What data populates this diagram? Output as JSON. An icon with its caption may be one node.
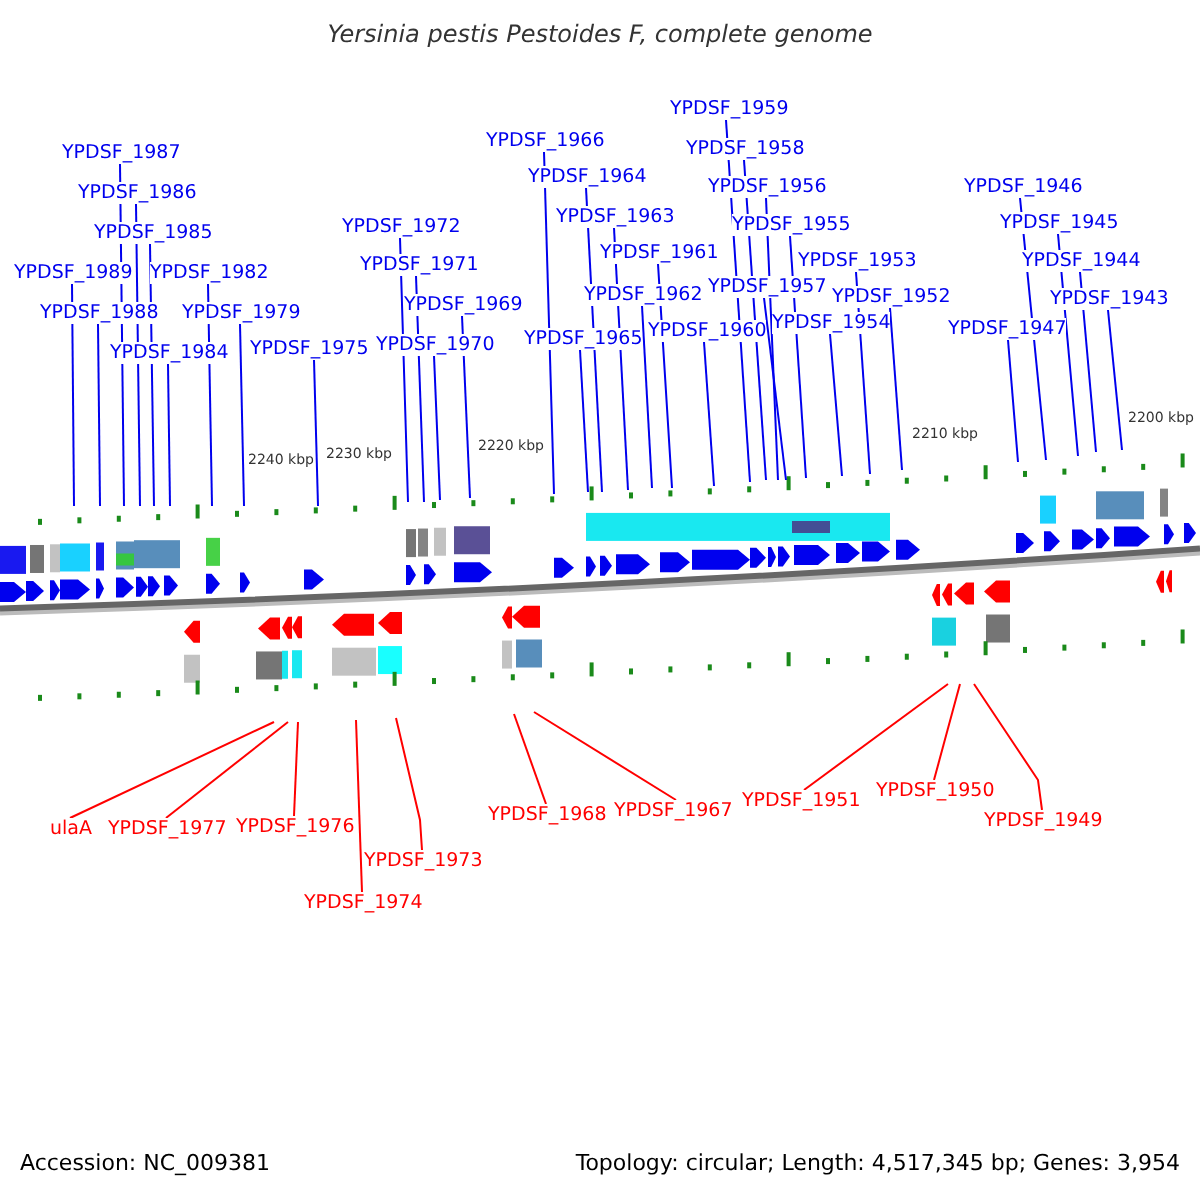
{
  "diagram": {
    "title": "Yersinia pestis Pestoides F, complete genome",
    "nodes": [
      {
        "text": [
          "YPDSF_1987"
        ]
      },
      {
        "text": [
          "YPDSF_1986"
        ]
      },
      {
        "text": [
          "YPDSF_1985"
        ]
      },
      {
        "text": [
          "YPDSF_1989"
        ]
      },
      {
        "text": [
          "YPDSF_1982"
        ]
      },
      {
        "text": [
          "YPDSF_1988"
        ]
      },
      {
        "text": [
          "YPDSF_1979"
        ]
      },
      {
        "text": [
          "YPDSF_1984"
        ]
      },
      {
        "text": [
          "YPDSF_1975"
        ]
      },
      {
        "text": [
          "YPDSF_1972"
        ]
      },
      {
        "text": [
          "YPDSF_1971"
        ]
      },
      {
        "text": [
          "YPDSF_1969"
        ]
      },
      {
        "text": [
          "YPDSF_1970"
        ]
      },
      {
        "text": [
          "YPDSF_1966"
        ]
      },
      {
        "text": [
          "YPDSF_1964"
        ]
      },
      {
        "text": [
          "YPDSF_1963"
        ]
      },
      {
        "text": [
          "YPDSF_1961"
        ]
      },
      {
        "text": [
          "YPDSF_1962"
        ]
      },
      {
        "text": [
          "YPDSF_1965"
        ]
      },
      {
        "text": [
          "YPDSF_1960"
        ]
      },
      {
        "text": [
          "YPDSF_1959"
        ]
      },
      {
        "text": [
          "YPDSF_1958"
        ]
      },
      {
        "text": [
          "YPDSF_1956"
        ]
      },
      {
        "text": [
          "YPDSF_1955"
        ]
      },
      {
        "text": [
          "YPDSF_1957"
        ]
      },
      {
        "text": [
          "YPDSF_1953"
        ]
      },
      {
        "text": [
          "YPDSF_1952"
        ]
      },
      {
        "text": [
          "YPDSF_1954"
        ]
      },
      {
        "text": [
          "YPDSF_1946"
        ]
      },
      {
        "text": [
          "YPDSF_1945"
        ]
      },
      {
        "text": [
          "YPDSF_1944"
        ]
      },
      {
        "text": [
          "YPDSF_1943"
        ]
      },
      {
        "text": [
          "YPDSF_1947"
        ]
      },
      {
        "text": [
          "ulaA"
        ]
      },
      {
        "text": [
          "YPDSF_1977"
        ]
      },
      {
        "text": [
          "YPDSF_1976"
        ]
      },
      {
        "text": [
          "YPDSF_1974"
        ]
      },
      {
        "text": [
          "YPDSF_1973"
        ]
      },
      {
        "text": [
          "YPDSF_1968"
        ]
      },
      {
        "text": [
          "YPDSF_1967"
        ]
      },
      {
        "text": [
          "YPDSF_1951"
        ]
      },
      {
        "text": [
          "YPDSF_1950"
        ]
      },
      {
        "text": [
          "YPDSF_1949"
        ]
      }
    ],
    "edges": [
      {
        "from": 0,
        "to": null,
        "arrow": "none"
      },
      {
        "from": 1,
        "to": null,
        "arrow": "none"
      },
      {
        "from": 2,
        "to": null,
        "arrow": "none"
      },
      {
        "from": 3,
        "to": null,
        "arrow": "none"
      },
      {
        "from": 4,
        "to": null,
        "arrow": "none"
      },
      {
        "from": 5,
        "to": null,
        "arrow": "none"
      },
      {
        "from": 6,
        "to": null,
        "arrow": "none"
      },
      {
        "from": 7,
        "to": null,
        "arrow": "none"
      },
      {
        "from": 8,
        "to": null,
        "arrow": "none"
      },
      {
        "from": 9,
        "to": null,
        "arrow": "none"
      },
      {
        "from": 10,
        "to": null,
        "arrow": "none"
      },
      {
        "from": 11,
        "to": null,
        "arrow": "none"
      },
      {
        "from": 12,
        "to": null,
        "arrow": "none"
      },
      {
        "from": 13,
        "to": null,
        "arrow": "none"
      },
      {
        "from": 14,
        "to": null,
        "arrow": "none"
      },
      {
        "from": 15,
        "to": null,
        "arrow": "none"
      },
      {
        "from": 16,
        "to": null,
        "arrow": "none"
      },
      {
        "from": 17,
        "to": null,
        "arrow": "none"
      },
      {
        "from": 18,
        "to": null,
        "arrow": "none"
      },
      {
        "from": 19,
        "to": null,
        "arrow": "none"
      },
      {
        "from": 20,
        "to": null,
        "arrow": "none"
      },
      {
        "from": 21,
        "to": null,
        "arrow": "none"
      },
      {
        "from": 22,
        "to": null,
        "arrow": "none"
      },
      {
        "from": 23,
        "to": null,
        "arrow": "none"
      },
      {
        "from": 24,
        "to": null,
        "arrow": "none"
      },
      {
        "from": 25,
        "to": null,
        "arrow": "none"
      },
      {
        "from": 26,
        "to": null,
        "arrow": "none"
      },
      {
        "from": 27,
        "to": null,
        "arrow": "none"
      },
      {
        "from": 28,
        "to": null,
        "arrow": "none"
      },
      {
        "from": 29,
        "to": null,
        "arrow": "none"
      },
      {
        "from": 30,
        "to": null,
        "arrow": "none"
      },
      {
        "from": 31,
        "to": null,
        "arrow": "none"
      },
      {
        "from": 32,
        "to": null,
        "arrow": "none"
      },
      {
        "from": 33,
        "to": null,
        "arrow": "none",
        "color": "#ff0000"
      },
      {
        "from": 34,
        "to": null,
        "arrow": "none",
        "color": "#ff0000"
      },
      {
        "from": 35,
        "to": null,
        "arrow": "none",
        "color": "#ff0000"
      },
      {
        "from": 36,
        "to": null,
        "arrow": "none",
        "color": "#ff0000"
      },
      {
        "from": 37,
        "to": null,
        "arrow": "none",
        "color": "#ff0000"
      },
      {
        "from": 38,
        "to": null,
        "arrow": "none",
        "color": "#ff0000"
      },
      {
        "from": 39,
        "to": null,
        "arrow": "none",
        "color": "#ff0000"
      },
      {
        "from": 40,
        "to": null,
        "arrow": "none",
        "color": "#ff0000"
      },
      {
        "from": 41,
        "to": null,
        "arrow": "none",
        "color": "#ff0000"
      },
      {
        "from": 42,
        "to": null,
        "arrow": "none",
        "color": "#ff0000"
      }
    ],
    "labels": [
      "2240 kbp",
      "2230 kbp",
      "2220 kbp",
      "2210 kbp",
      "2200 kbp",
      "Accession: NC_009381",
      "Topology: circular; Length: 4,517,345 bp; Genes: 3,954"
    ]
  }
}
